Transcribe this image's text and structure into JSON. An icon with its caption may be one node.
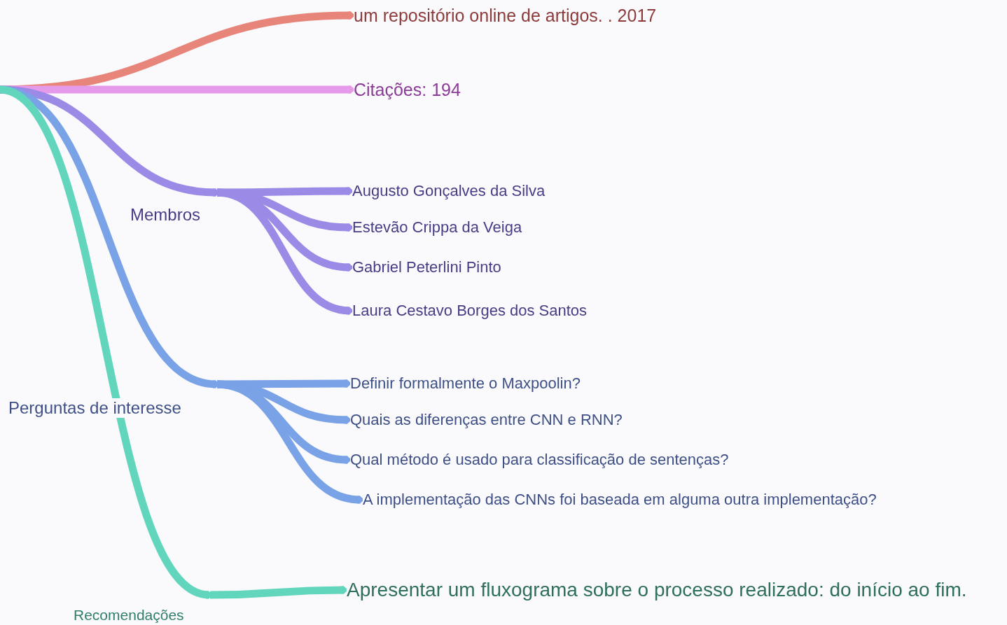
{
  "diagram": {
    "nodes": [
      {
        "text": [
          "um repositório online de artigos. . 2017"
        ]
      },
      {
        "text": [
          "Citações: 194"
        ]
      },
      {
        "text": [
          "Membros"
        ]
      },
      {
        "text": [
          "Augusto Gonçalves da Silva"
        ]
      },
      {
        "text": [
          "Estevão Crippa da Veiga"
        ]
      },
      {
        "text": [
          "Gabriel Peterlini Pinto"
        ]
      },
      {
        "text": [
          "Laura Cestavo Borges dos Santos"
        ]
      },
      {
        "text": [
          "Perguntas de interesse"
        ]
      },
      {
        "text": [
          "Definir formalmente o Maxpoolin?"
        ]
      },
      {
        "text": [
          "Quais as diferenças entre CNN e RNN?"
        ]
      },
      {
        "text": [
          "Qual método é usado para classificação de sentenças?"
        ]
      },
      {
        "text": [
          "A implementação das CNNs foi baseada em alguma outra implementação?"
        ]
      },
      {
        "text": [
          "Recomendações"
        ]
      },
      {
        "text": [
          "Apresentar um fluxograma sobre o processo realizado: do início ao fim."
        ]
      }
    ],
    "edges": [
      {
        "from": null,
        "to": 0,
        "arrow": "to",
        "color": "#e8857a"
      },
      {
        "from": null,
        "to": 1,
        "arrow": "to",
        "color": "#e59bea"
      },
      {
        "from": null,
        "to": 2,
        "arrow": "to",
        "color": "#9b8ae6"
      },
      {
        "from": 2,
        "to": 3,
        "arrow": "to",
        "color": "#9b8ae6"
      },
      {
        "from": 2,
        "to": 4,
        "arrow": "to",
        "color": "#9b8ae6"
      },
      {
        "from": 2,
        "to": 5,
        "arrow": "to",
        "color": "#9b8ae6"
      },
      {
        "from": 2,
        "to": 6,
        "arrow": "to",
        "color": "#9b8ae6"
      },
      {
        "from": null,
        "to": 7,
        "arrow": "to",
        "color": "#7aa2e6"
      },
      {
        "from": 7,
        "to": 8,
        "arrow": "to",
        "color": "#7aa2e6"
      },
      {
        "from": 7,
        "to": 9,
        "arrow": "to",
        "color": "#7aa2e6"
      },
      {
        "from": 7,
        "to": 10,
        "arrow": "to",
        "color": "#7aa2e6"
      },
      {
        "from": 7,
        "to": 11,
        "arrow": "to",
        "color": "#7aa2e6"
      },
      {
        "from": null,
        "to": 12,
        "arrow": "to",
        "color": "#62d6bc"
      },
      {
        "from": 12,
        "to": 13,
        "arrow": "to",
        "color": "#62d6bc"
      }
    ]
  }
}
